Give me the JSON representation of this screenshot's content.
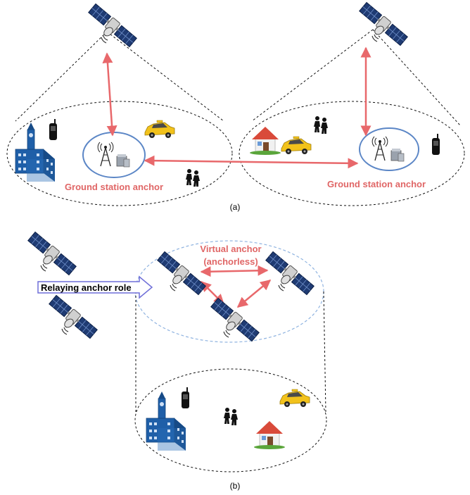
{
  "panel_a": {
    "caption": "(a)",
    "left_label": "Ground station anchor",
    "right_label": "Ground station anchor"
  },
  "panel_b": {
    "caption": "(b)",
    "virtual_anchor_line1": "Virtual anchor",
    "virtual_anchor_line2": "(anchorless)",
    "relay_label": "Relaying anchor role"
  },
  "colors": {
    "link_arrow": "#e8686b",
    "ground_station_ring": "#5b86c6",
    "virtual_cloud_border": "#8fb3e0",
    "relay_arrow_border": "#6f6fd8"
  },
  "icons": [
    "satellite-icon",
    "ground-station-icon",
    "building-icon",
    "phone-icon",
    "taxi-icon",
    "house-icon",
    "people-icon"
  ]
}
